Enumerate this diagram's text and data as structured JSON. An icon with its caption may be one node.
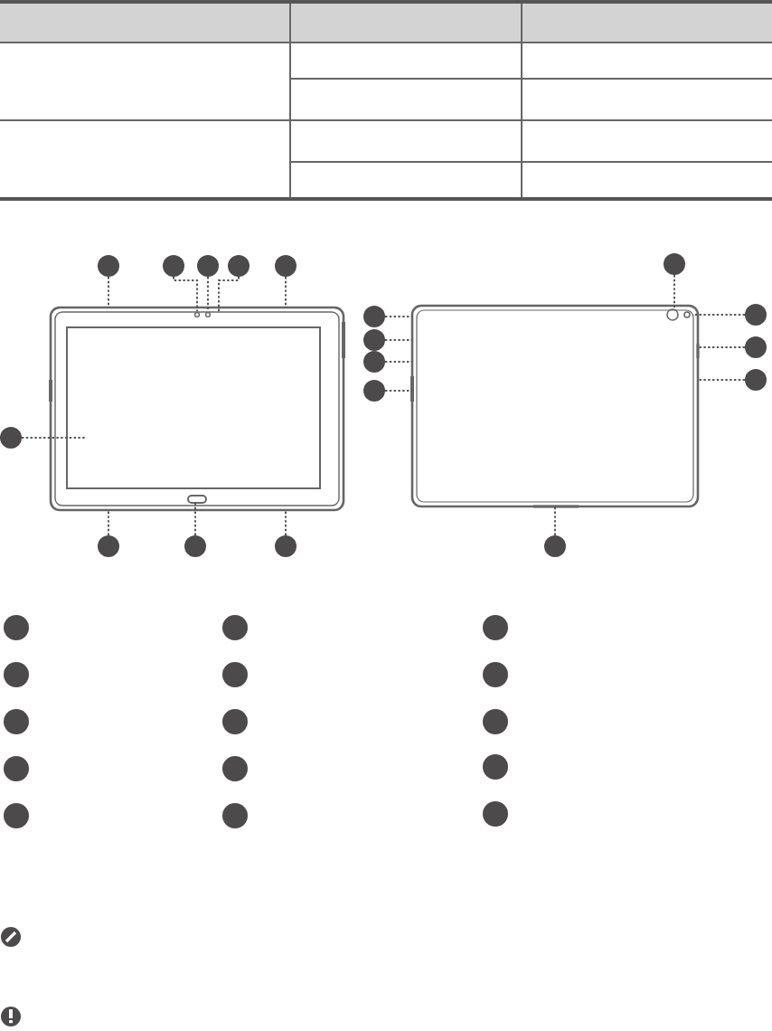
{
  "diagram": {
    "nodes": [
      {
        "text": [],
        "shape": "circle"
      },
      {
        "text": [],
        "shape": "circle"
      },
      {
        "text": [],
        "shape": "circle"
      },
      {
        "text": [],
        "shape": "circle"
      },
      {
        "text": [],
        "shape": "circle"
      },
      {
        "text": [],
        "shape": "circle"
      },
      {
        "text": [],
        "shape": "circle"
      },
      {
        "text": [],
        "shape": "circle"
      },
      {
        "text": [],
        "shape": "circle"
      },
      {
        "text": [],
        "shape": "circle"
      },
      {
        "text": [],
        "shape": "circle"
      },
      {
        "text": [],
        "shape": "circle"
      },
      {
        "text": [],
        "shape": "circle"
      },
      {
        "text": [],
        "shape": "circle"
      },
      {
        "text": [],
        "shape": "circle"
      },
      {
        "text": [],
        "shape": "circle"
      },
      {
        "text": [],
        "shape": "circle"
      },
      {
        "text": [],
        "shape": "circle"
      },
      {
        "text": [],
        "shape": "circle"
      },
      {
        "text": [],
        "shape": "circle"
      },
      {
        "text": [],
        "shape": "circle"
      },
      {
        "text": [],
        "shape": "circle"
      },
      {
        "text": [],
        "shape": "circle"
      },
      {
        "text": [],
        "shape": "circle"
      },
      {
        "text": [],
        "shape": "circle"
      },
      {
        "text": [],
        "shape": "circle"
      },
      {
        "text": [],
        "shape": "circle"
      },
      {
        "text": [],
        "shape": "circle"
      },
      {
        "text": [],
        "shape": "circle"
      },
      {
        "text": [],
        "shape": "circle"
      },
      {
        "text": [],
        "shape": "circle"
      },
      {
        "text": [],
        "shape": "circle"
      },
      {
        "text": [],
        "shape": "circle"
      },
      {
        "text": [],
        "shape": "picture"
      },
      {
        "text": [],
        "shape": "picture"
      }
    ],
    "edges": [
      {
        "from": 0,
        "to": 33,
        "arrow": "none"
      },
      {
        "from": 1,
        "to": 33,
        "arrow": "none"
      },
      {
        "from": 2,
        "to": 33,
        "arrow": "none"
      },
      {
        "from": 3,
        "to": 33,
        "arrow": "none"
      },
      {
        "from": 4,
        "to": 33,
        "arrow": "none"
      },
      {
        "from": 5,
        "to": 33,
        "arrow": "none"
      },
      {
        "from": 6,
        "to": 33,
        "arrow": "none"
      },
      {
        "from": 7,
        "to": 33,
        "arrow": "none"
      },
      {
        "from": 8,
        "to": 33,
        "arrow": "none"
      },
      {
        "from": 9,
        "to": 34,
        "arrow": "none"
      },
      {
        "from": 10,
        "to": 34,
        "arrow": "none"
      },
      {
        "from": 11,
        "to": 34,
        "arrow": "none"
      },
      {
        "from": 12,
        "to": 34,
        "arrow": "none"
      },
      {
        "from": 13,
        "to": 34,
        "arrow": "none"
      },
      {
        "from": 14,
        "to": 34,
        "arrow": "none"
      },
      {
        "from": 15,
        "to": 34,
        "arrow": "none"
      },
      {
        "from": 16,
        "to": 34,
        "arrow": "none"
      },
      {
        "from": 17,
        "to": 34,
        "arrow": "none"
      }
    ]
  }
}
